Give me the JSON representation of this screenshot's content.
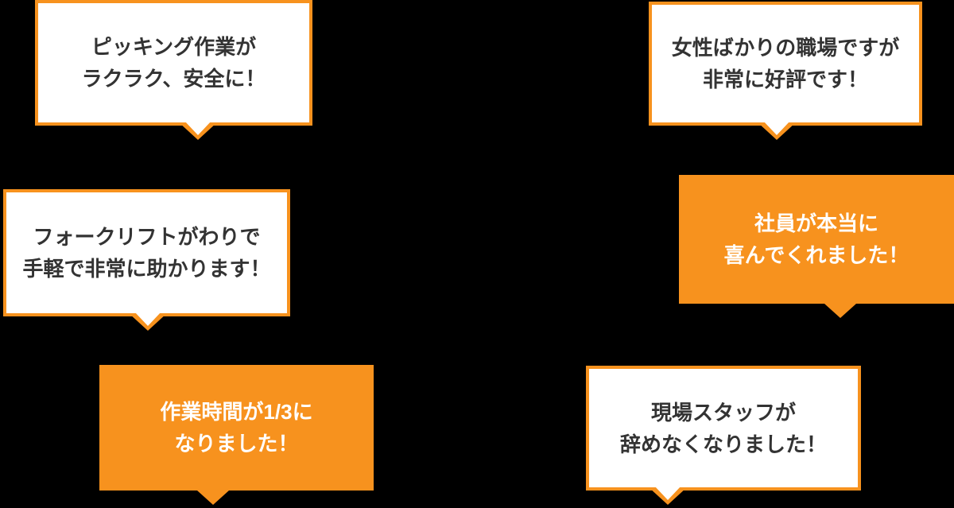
{
  "colors": {
    "background": "#000000",
    "accent_orange": "#f7921e",
    "text_dark": "#333333",
    "text_light": "#ffffff",
    "bubble_white": "#ffffff"
  },
  "bubbles": [
    {
      "name": "picking-work",
      "variant": "white",
      "lines": [
        "ピッキング作業が",
        "ラクラク、安全に！"
      ]
    },
    {
      "name": "female-workplace",
      "variant": "white",
      "lines": [
        "女性ばかりの職場ですが",
        "非常に好評です！"
      ]
    },
    {
      "name": "forklift",
      "variant": "white",
      "lines": [
        "フォークリフトがわりで",
        "手軽で非常に助かります！"
      ]
    },
    {
      "name": "employees-happy",
      "variant": "orange",
      "lines": [
        "社員が本当に",
        "喜んでくれました！"
      ]
    },
    {
      "name": "work-time",
      "variant": "orange",
      "lines": [
        "作業時間が1/3に",
        "なりました！"
      ]
    },
    {
      "name": "staff-retention",
      "variant": "white",
      "lines": [
        "現場スタッフが",
        "辞めなくなりました！"
      ]
    }
  ]
}
